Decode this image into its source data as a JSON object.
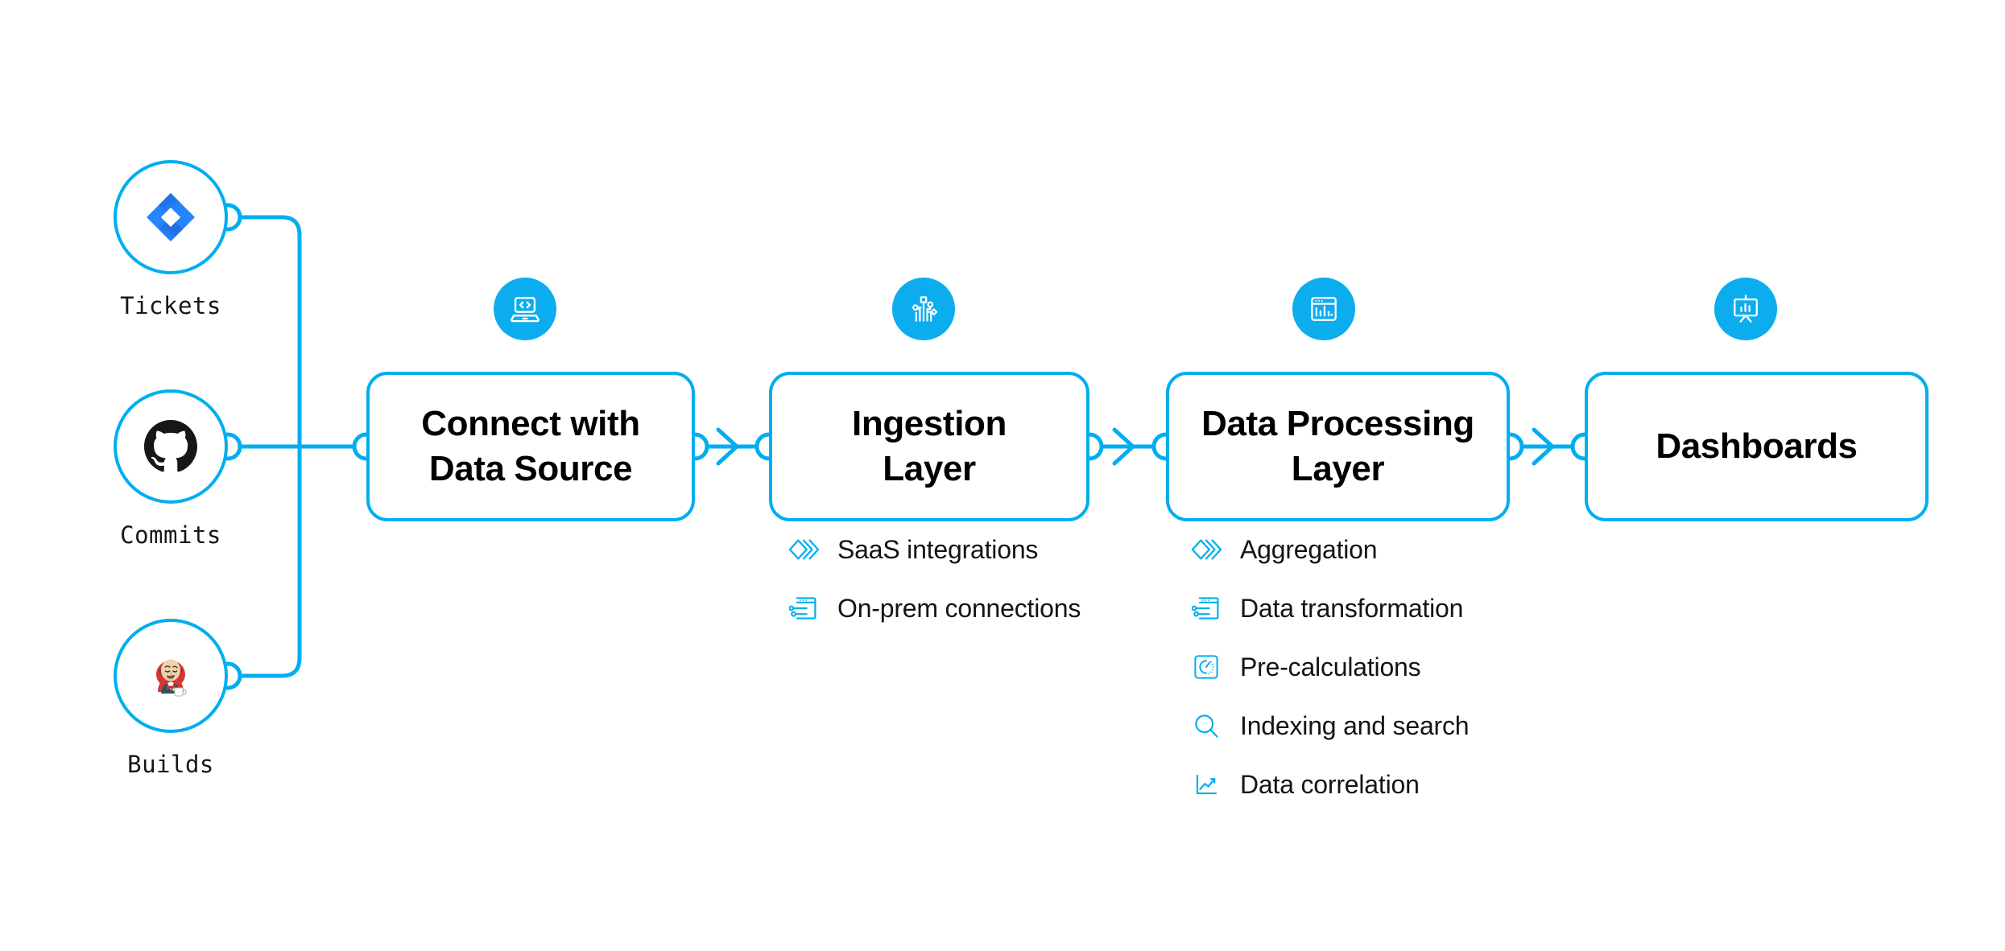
{
  "theme": {
    "accent": "#00AEEF",
    "badge_fill": "#0CADEF",
    "text": "#111418",
    "background": "#FFFFFF",
    "jira_blue": "#2684FF",
    "github_black": "#181717",
    "jenkins_red": "#D33833"
  },
  "sources": [
    {
      "id": "tickets",
      "label": "Tickets",
      "icon": "jira-icon"
    },
    {
      "id": "commits",
      "label": "Commits",
      "icon": "github-icon"
    },
    {
      "id": "builds",
      "label": "Builds",
      "icon": "jenkins-icon"
    }
  ],
  "stages": [
    {
      "id": "connect",
      "title": "Connect with\nData Source",
      "icon": "laptop-code-icon"
    },
    {
      "id": "ingestion",
      "title": "Ingestion\nLayer",
      "icon": "circuit-network-icon"
    },
    {
      "id": "processing",
      "title": "Data Processing\nLayer",
      "icon": "analytics-window-icon"
    },
    {
      "id": "dashboards",
      "title": "Dashboards",
      "icon": "presentation-chart-icon"
    }
  ],
  "features": {
    "ingestion": [
      {
        "label": "SaaS integrations",
        "icon": "stacked-chevrons-icon"
      },
      {
        "label": "On-prem connections",
        "icon": "server-sliders-icon"
      }
    ],
    "processing": [
      {
        "label": "Aggregation",
        "icon": "stacked-chevrons-icon"
      },
      {
        "label": "Data transformation",
        "icon": "server-sliders-icon"
      },
      {
        "label": "Pre-calculations",
        "icon": "gauge-square-icon"
      },
      {
        "label": "Indexing and search",
        "icon": "magnifier-icon"
      },
      {
        "label": "Data correlation",
        "icon": "line-chart-icon"
      }
    ]
  }
}
